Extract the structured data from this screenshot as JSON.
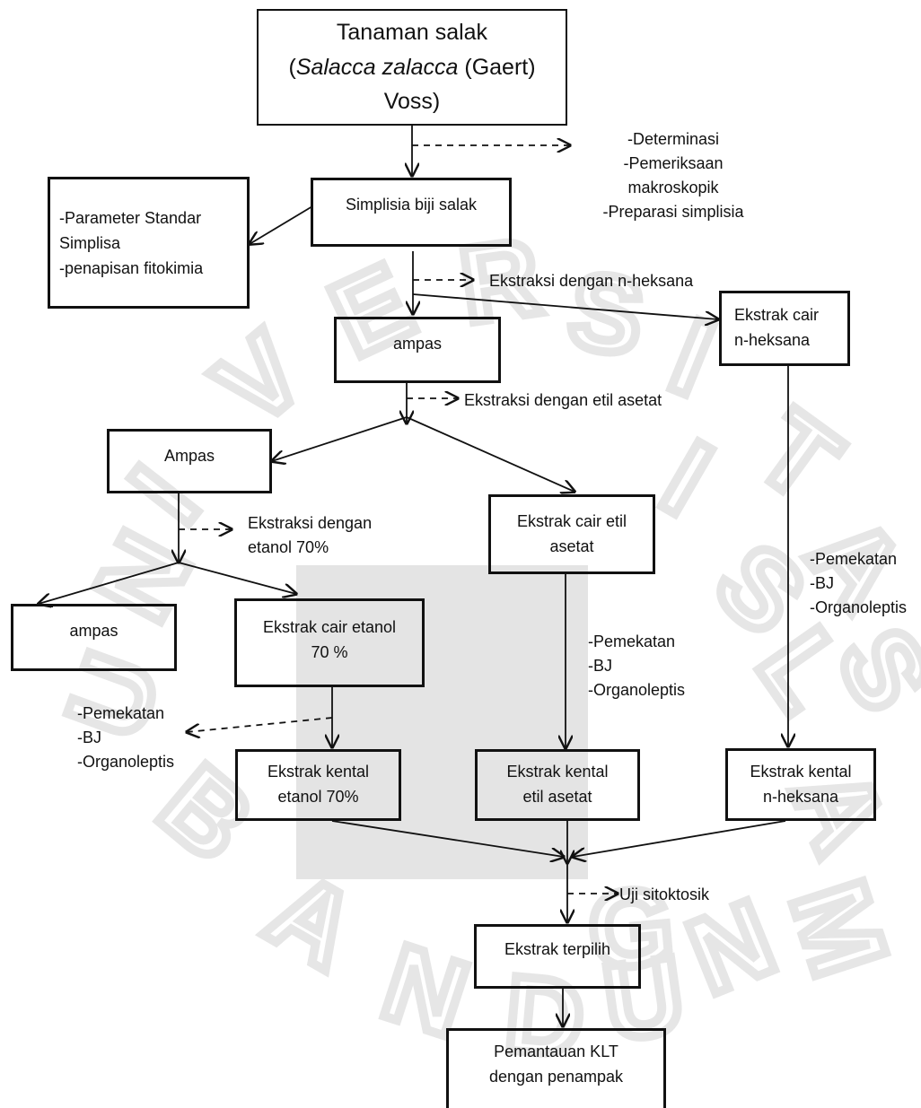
{
  "watermark": {
    "letters": [
      "U",
      "N",
      "I",
      "V",
      "E",
      "R",
      "S",
      "I",
      "T",
      "A",
      "S",
      "I",
      "S",
      "L",
      "A",
      "M",
      "B",
      "A",
      "N",
      "D",
      "U",
      "N",
      "G"
    ]
  },
  "nodes": {
    "tanaman": {
      "line1": "Tanaman salak",
      "line2_open": "(",
      "line2_italic": "Salacca zalacca",
      "line2_close": " (Gaert)",
      "line3": "Voss)"
    },
    "simplisia": "Simplisia biji salak",
    "parameter": [
      "-Parameter Standar",
      "Simplisa",
      "-penapisan fitokimia"
    ],
    "ampas1": "ampas",
    "ekstrak_cair_heksana": [
      "Ekstrak cair",
      "n-heksana"
    ],
    "ampas2": "Ampas",
    "ekstrak_cair_etil": [
      "Ekstrak cair etil",
      "asetat"
    ],
    "ampas3": "ampas",
    "ekstrak_cair_etanol": [
      "Ekstrak cair etanol",
      "70 %"
    ],
    "kental_etanol": [
      "Ekstrak kental",
      "etanol 70%"
    ],
    "kental_etil": [
      "Ekstrak kental",
      "etil asetat"
    ],
    "kental_heksana": [
      "Ekstrak kental",
      "n-heksana"
    ],
    "terpilih": "Ekstrak terpilih",
    "klt": [
      "Pemantauan KLT",
      "dengan  penampak"
    ]
  },
  "notes": {
    "determinasi": [
      "-Determinasi",
      "-Pemeriksaan",
      "makroskopik",
      "-Preparasi simplisia"
    ],
    "ekstraksi_heksana": "Ekstraksi dengan n-heksana",
    "ekstraksi_etil": "Ekstraksi dengan etil asetat",
    "ekstraksi_etanol": [
      "Ekstraksi dengan",
      "etanol 70%"
    ],
    "proses_heksana": [
      "-Pemekatan",
      "-BJ",
      "-Organoleptis"
    ],
    "proses_etil": [
      "-Pemekatan",
      "-BJ",
      "-Organoleptis"
    ],
    "proses_etanol": [
      "-Pemekatan",
      "-BJ",
      "-Organoleptis"
    ],
    "uji": "Uji sitoktosik"
  }
}
